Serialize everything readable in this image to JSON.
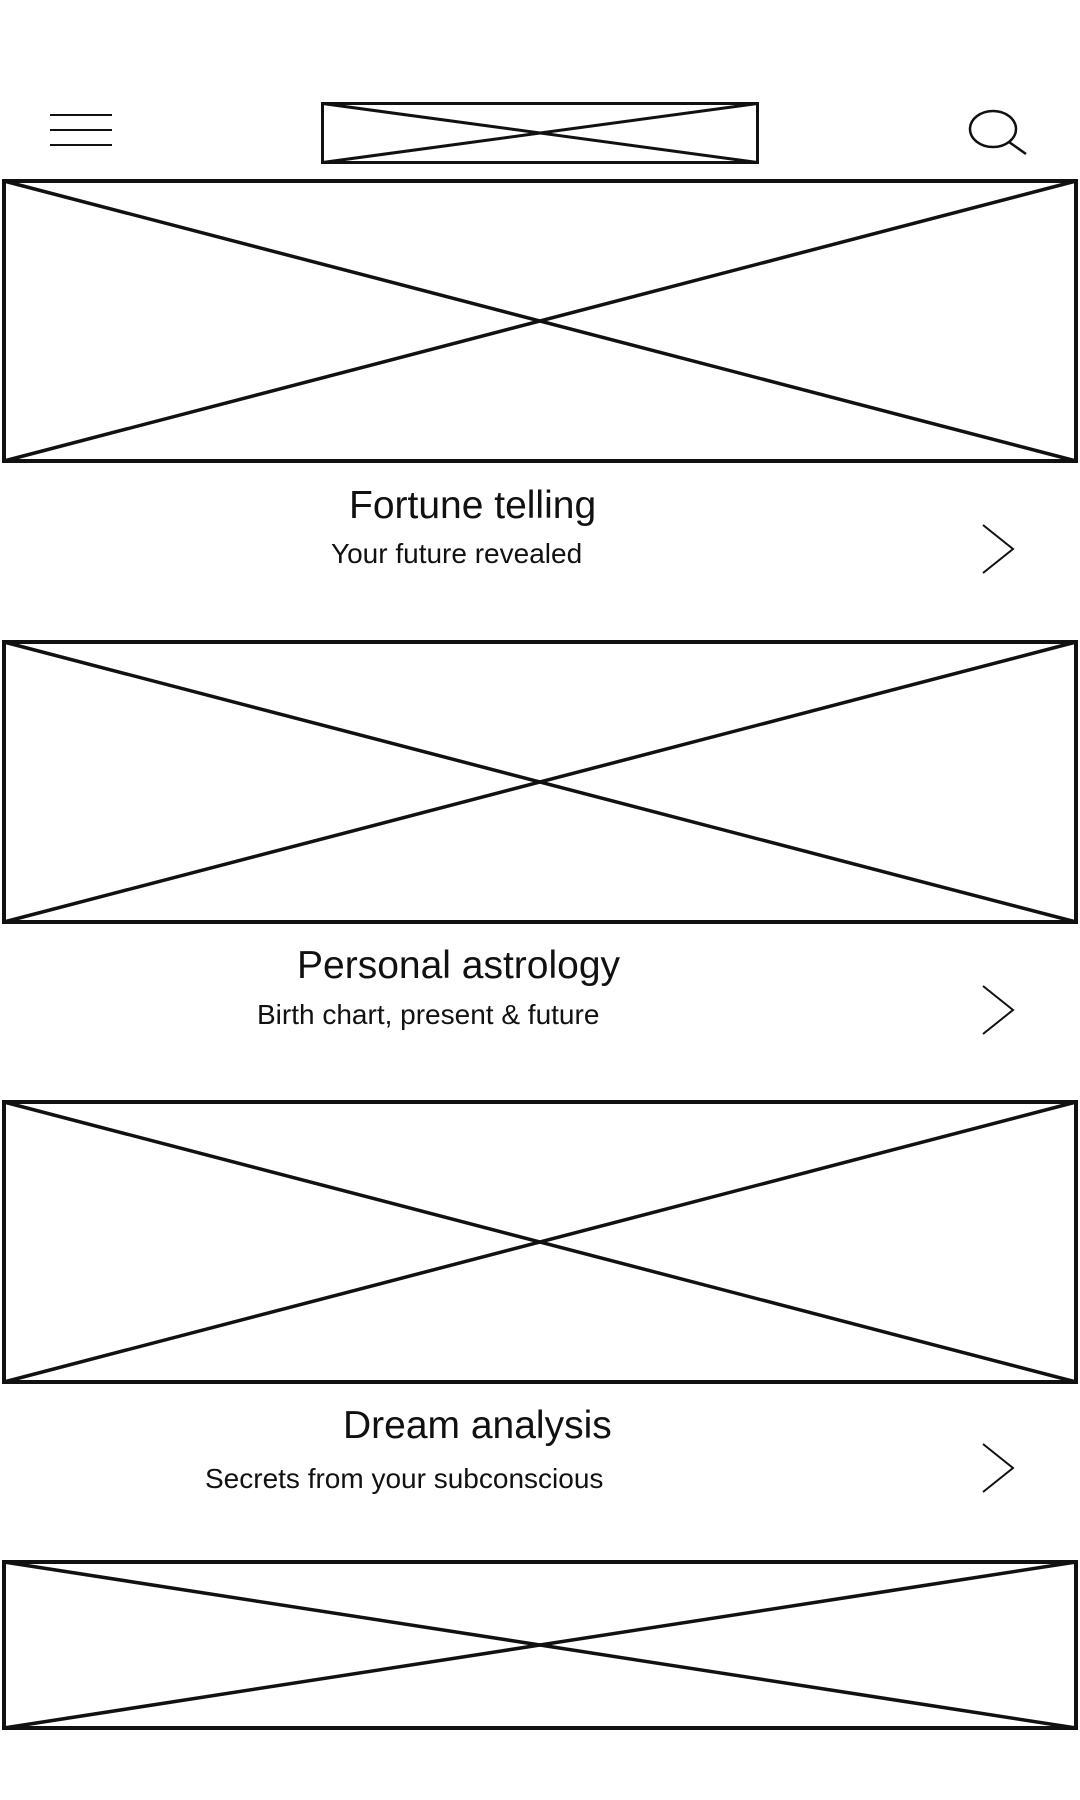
{
  "header": {
    "menu_icon": "hamburger-menu-icon",
    "logo_placeholder": "image-placeholder",
    "search_icon": "search-icon"
  },
  "sections": [
    {
      "title": "Fortune telling",
      "subtitle": "Your future revealed",
      "chevron_icon": "chevron-right-icon"
    },
    {
      "title": "Personal astrology",
      "subtitle": "Birth chart, present & future",
      "chevron_icon": "chevron-right-icon"
    },
    {
      "title": "Dream analysis",
      "subtitle": "Secrets from your subconscious",
      "chevron_icon": "chevron-right-icon"
    }
  ],
  "colors": {
    "stroke": "#111111",
    "background": "#ffffff"
  }
}
